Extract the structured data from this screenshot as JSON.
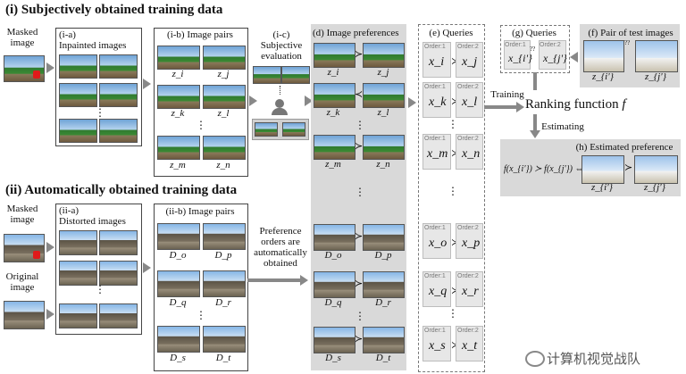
{
  "section_i": {
    "title": "(i) Subjectively obtained training data"
  },
  "section_ii": {
    "title": "(ii) Automatically obtained training data"
  },
  "masked_image_1": "Masked image",
  "masked_image_2": "Masked image",
  "original_image": "Original image",
  "ia": {
    "label": "(i-a)",
    "title": "Inpainted images"
  },
  "ib": {
    "label": "(i-b) Image pairs",
    "pairs": [
      [
        "z_i",
        "z_j"
      ],
      [
        "z_k",
        "z_l"
      ],
      [
        "z_m",
        "z_n"
      ]
    ]
  },
  "ic": {
    "label": "(i-c)",
    "title": "Subjective evaluation"
  },
  "iia": {
    "label": "(ii-a)",
    "title": "Distorted images"
  },
  "iib": {
    "label": "(ii-b) Image pairs",
    "pairs": [
      [
        "D_o",
        "D_p"
      ],
      [
        "D_q",
        "D_r"
      ],
      [
        "D_s",
        "D_t"
      ]
    ]
  },
  "pref_text": "Preference orders are automatically obtained",
  "d": {
    "title": "(d) Image preferences",
    "top_pairs": [
      [
        "z_i",
        "≻",
        "z_j"
      ],
      [
        "z_k",
        "≺",
        "z_l"
      ],
      [
        "z_m",
        "≻",
        "z_n"
      ]
    ],
    "bottom_pairs": [
      [
        "D_o",
        "≻",
        "D_p"
      ],
      [
        "D_q",
        "≻",
        "D_r"
      ],
      [
        "D_s",
        "≻",
        "D_t"
      ]
    ]
  },
  "e": {
    "title": "(e) Queries",
    "order1": "Order:1",
    "order2": "Order:2",
    "top": [
      [
        "x_i",
        "≻",
        "x_j"
      ],
      [
        "x_k",
        "≻",
        "x_l"
      ],
      [
        "x_m",
        "≻",
        "x_n"
      ]
    ],
    "bottom": [
      [
        "x_o",
        "≻",
        "x_p"
      ],
      [
        "x_q",
        "≻",
        "x_r"
      ],
      [
        "x_s",
        "≻",
        "x_t"
      ]
    ]
  },
  "g": {
    "title": "(g) Queries",
    "order1": "Order:1",
    "order2": "Order:2",
    "left": "x_{i'}",
    "right": "x_{j'}",
    "q": "??"
  },
  "f_box": {
    "title": "(f) Pair of test images",
    "left": "z_{i'}",
    "right": "z_{j'}",
    "q": "??"
  },
  "training": "Training",
  "ranking": "Ranking function",
  "ranking_f": "f",
  "estimating": "Estimating",
  "h": {
    "title": "(h) Estimated preference",
    "formula": "f(x_{i'}) ≻ f(x_{j'}) ⇔",
    "left": "z_{i'}",
    "right": "z_{j'}",
    "rel": "≻"
  },
  "watermark": "计算机视觉战队",
  "dots": "⋮",
  "colors": {
    "gray_panel": "#d9d9d9",
    "arrow": "#888888",
    "mask_red": "#e01a1a"
  }
}
